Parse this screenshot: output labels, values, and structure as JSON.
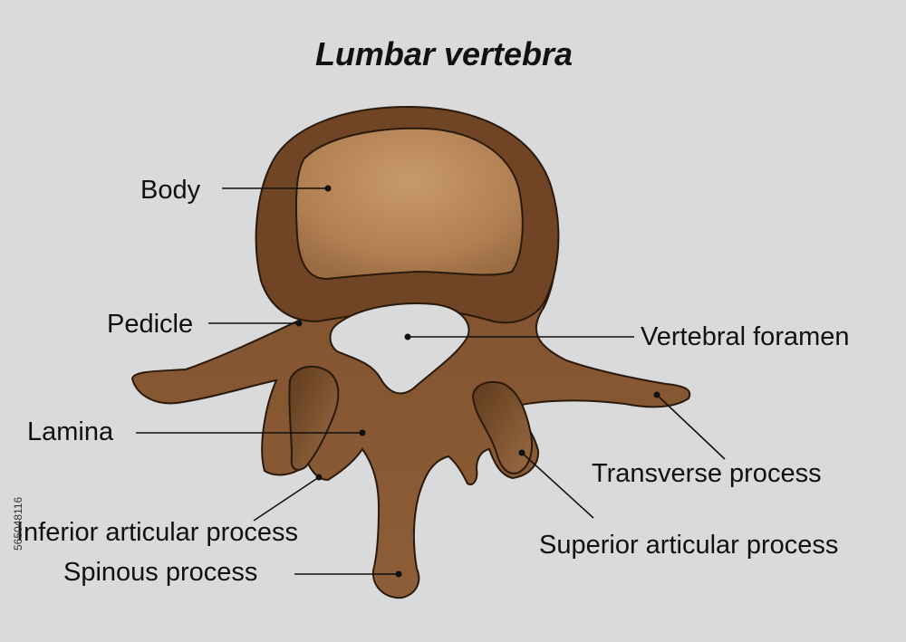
{
  "title": "Lumbar vertebra",
  "labels": {
    "body": "Body",
    "pedicle": "Pedicle",
    "vertebral_foramen": "Vertebral foramen",
    "lamina": "Lamina",
    "transverse_process": "Transverse process",
    "inferior_articular_process": "Inferior articular process",
    "superior_articular_process": "Superior articular process",
    "spinous_process": "Spinous process"
  },
  "side_code": "565048116",
  "colors": {
    "background": "#d9dadc",
    "bone": "#8a5a34",
    "bone_dark": "#5e3a1c",
    "body_center": "#c99a6a",
    "outline": "#2a1a0c"
  }
}
